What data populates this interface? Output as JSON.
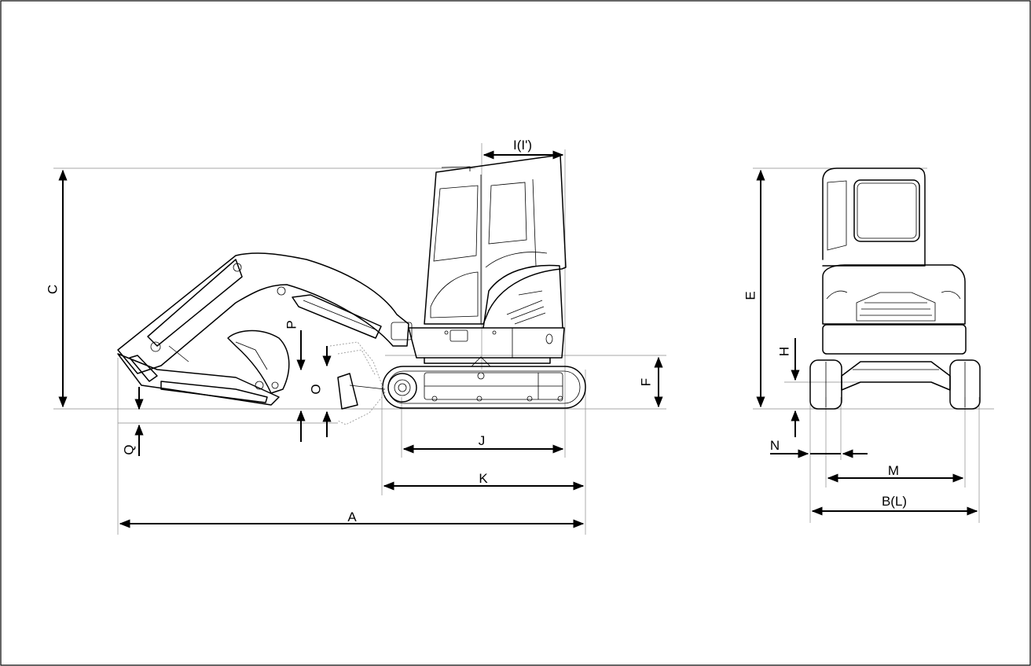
{
  "labels": {
    "A": "A",
    "B_L": "B(L)",
    "C": "C",
    "E": "E",
    "F": "F",
    "H": "H",
    "I_I": "I(I')",
    "J": "J",
    "K": "K",
    "M": "M",
    "N": "N",
    "O": "O",
    "P": "P",
    "Q": "Q"
  }
}
